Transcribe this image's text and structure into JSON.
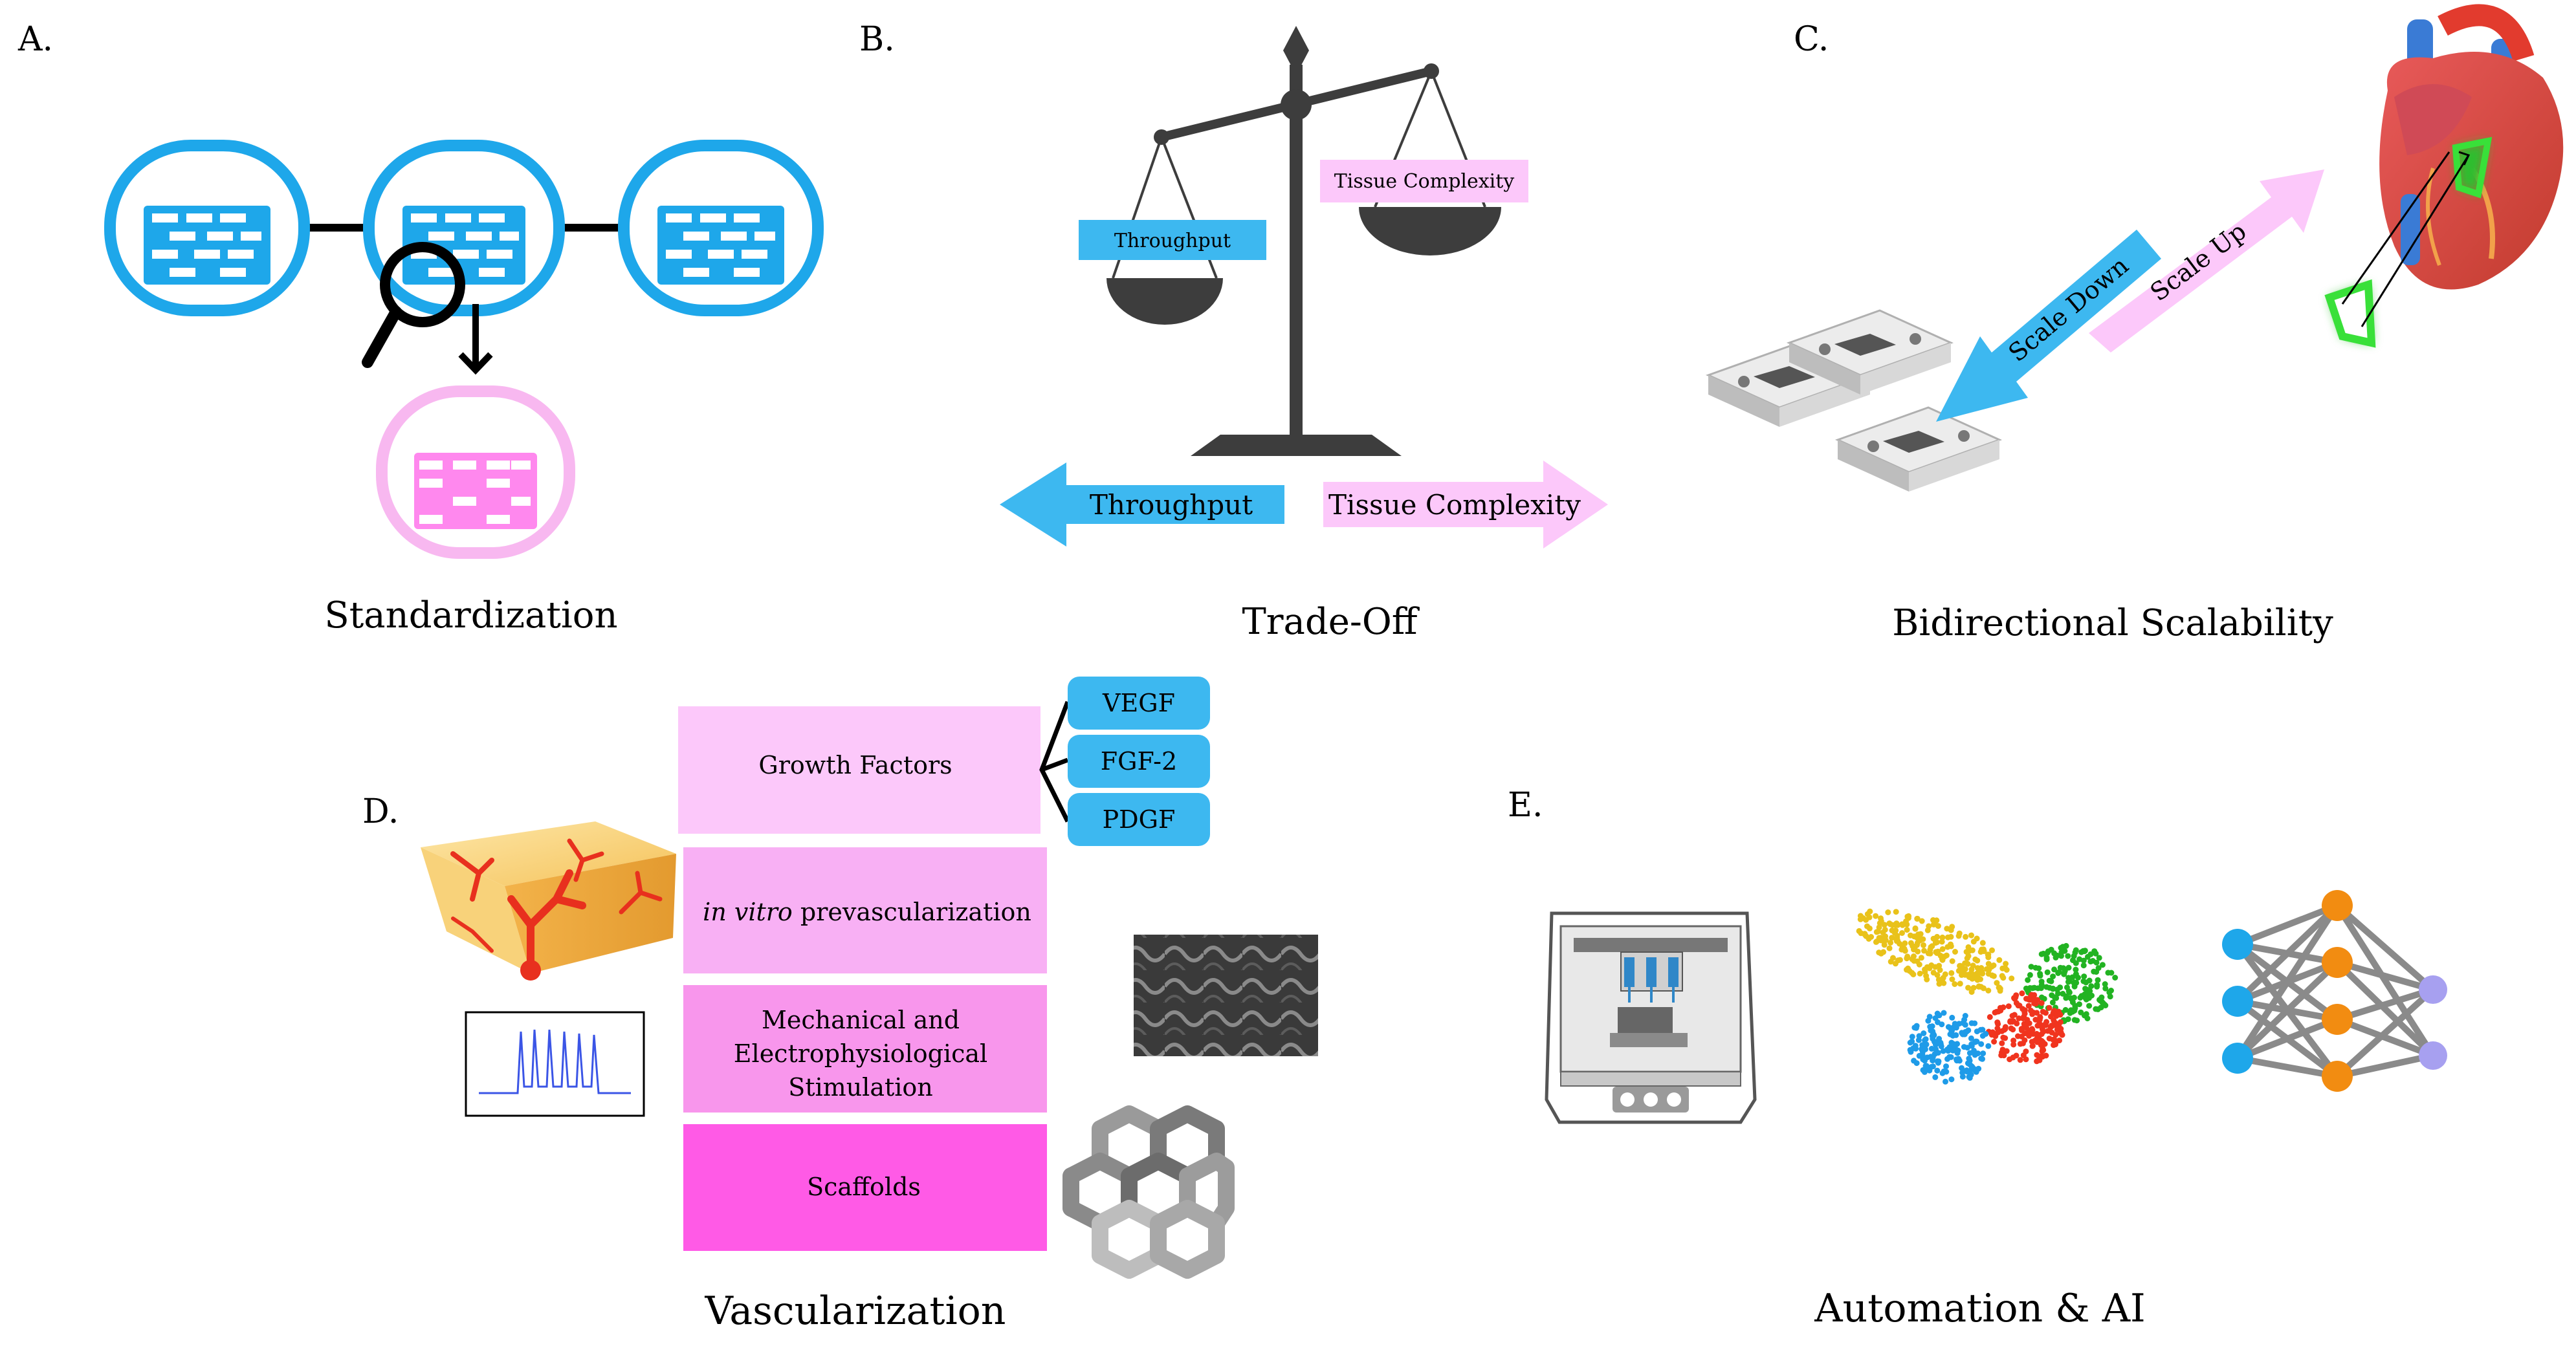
{
  "panels": {
    "a": {
      "letter": "A.",
      "caption": "Standardization"
    },
    "b": {
      "letter": "B.",
      "caption": "Trade-Off",
      "pan_left": "Throughput",
      "pan_right": "Tissue Complexity",
      "arrow_left": "Throughput",
      "arrow_right": "Tissue Complexity"
    },
    "c": {
      "letter": "C.",
      "caption": "Bidirectional Scalability",
      "scale_down": "Scale Down",
      "scale_up": "Scale Up"
    },
    "d": {
      "letter": "D.",
      "caption": "Vascularization",
      "growth_factors": "Growth Factors",
      "factors": [
        "VEGF",
        "FGF-2",
        "PDGF"
      ],
      "prevasc_italic": "in vitro",
      "prevasc_rest": " prevascularization",
      "mech_lines": [
        "Mechanical and",
        "Electrophysiological",
        "Stimulation"
      ],
      "scaffolds": "Scaffolds"
    },
    "e": {
      "letter": "E.",
      "caption": "Automation & AI"
    }
  },
  "colors": {
    "blue": "#1ea7ea",
    "pink_light": "#f8c3f8",
    "pink_mid": "#f8a0f0",
    "pink_strong": "#ff5ae6",
    "dark": "#3d3d3d",
    "red": "#e8301e",
    "green": "#2fbd2f"
  },
  "icons": [
    "magnifier-icon",
    "balance-scale-icon",
    "heart-icon",
    "chip-icon",
    "bioprinter-icon",
    "cluster-scatter-icon",
    "neural-network-icon",
    "vascular-cube-icon",
    "action-potential-icon",
    "scaffold-mesh-icon",
    "hexagon-lattice-icon"
  ]
}
